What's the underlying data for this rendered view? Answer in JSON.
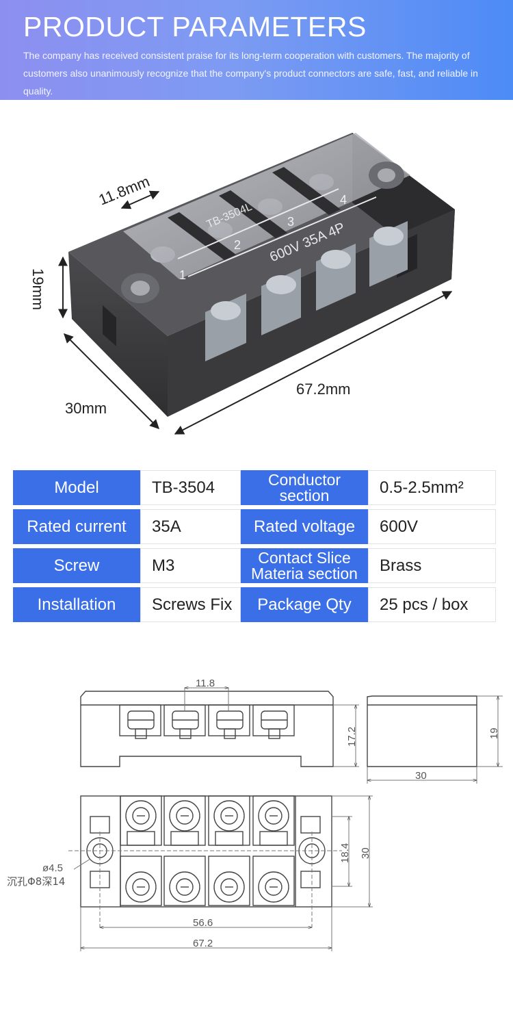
{
  "banner": {
    "title": "PRODUCT PARAMETERS",
    "description": "The company has received consistent praise for its long-term cooperation with customers. The majority of customers also unanimously recognize that the company's product connectors are safe, fast, and reliable in quality."
  },
  "product_photo": {
    "dimension_width_pitch": "11.8mm",
    "dimension_height": "19mm",
    "dimension_depth": "30mm",
    "dimension_length": "67.2mm",
    "terminal_numbers": [
      "1",
      "2",
      "3",
      "4"
    ],
    "marking_rating": "600V 35A 4P",
    "marking_model": "TB-3504L"
  },
  "spec_table": {
    "rows": [
      {
        "label1": "Model",
        "value1": "TB-3504",
        "label2": "Conductor section",
        "value2": "0.5-2.5mm²"
      },
      {
        "label1": "Rated current",
        "value1": "35A",
        "label2": "Rated voltage",
        "value2": "600V"
      },
      {
        "label1": "Screw",
        "value1": "M3",
        "label2": "Contact Slice Materia section",
        "value2": "Brass"
      },
      {
        "label1": "Installation",
        "value1": "Screws Fix",
        "label2": "Package Qty",
        "value2": "25 pcs / box"
      }
    ],
    "label2_lines": [
      [
        "Conductor",
        "section"
      ],
      [
        "Rated voltage"
      ],
      [
        "Contact Slice",
        "Materia section"
      ],
      [
        "Package Qty"
      ]
    ]
  },
  "drawing": {
    "front_pitch": "11.8",
    "front_height": "17.2",
    "side_height": "19",
    "side_depth": "30",
    "top_mount_spacing": "18.4",
    "top_depth": "30",
    "hole_diameter": "ø4.5",
    "counterbore_note": "沉孔Φ8深14",
    "hole_span": "56.6",
    "overall_length": "67.2"
  },
  "colors": {
    "banner_left": "#8d8ff0",
    "banner_right": "#4d8bf6",
    "label_blue": "#3b6fe8",
    "housing_dark": "#3b3b3d"
  }
}
